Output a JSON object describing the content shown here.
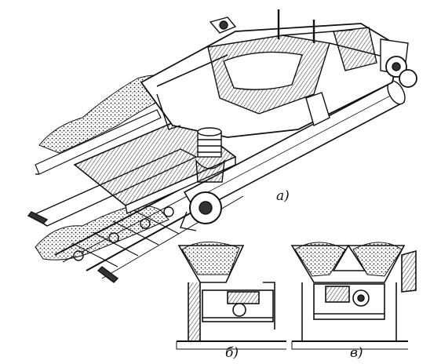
{
  "figure": {
    "labels": {
      "view_a": "a)",
      "view_b": "б)",
      "view_c": "в)"
    },
    "colors": {
      "ink": "#111111",
      "paper": "#ffffff",
      "hatch": "#444444"
    }
  }
}
